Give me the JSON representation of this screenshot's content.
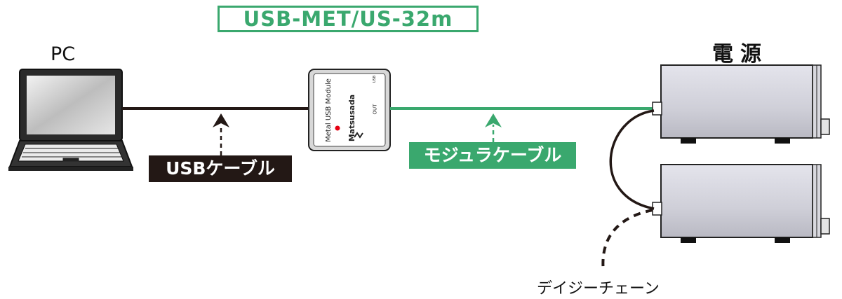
{
  "title": "USB-MET/US-32m",
  "pc_label": "PC",
  "power_supply_label": "電源",
  "usb_cable_label": "USBケーブル",
  "modular_cable_label": "モジュラケーブル",
  "daisy_chain_label": "デイジーチェーン",
  "module": {
    "model_text": "Metal USB Module",
    "brand_text": "Matsusada",
    "port_out": "OUT",
    "port_usb": "USB"
  },
  "colors": {
    "accent_green": "#3aa86e",
    "cable_black": "#231815"
  }
}
